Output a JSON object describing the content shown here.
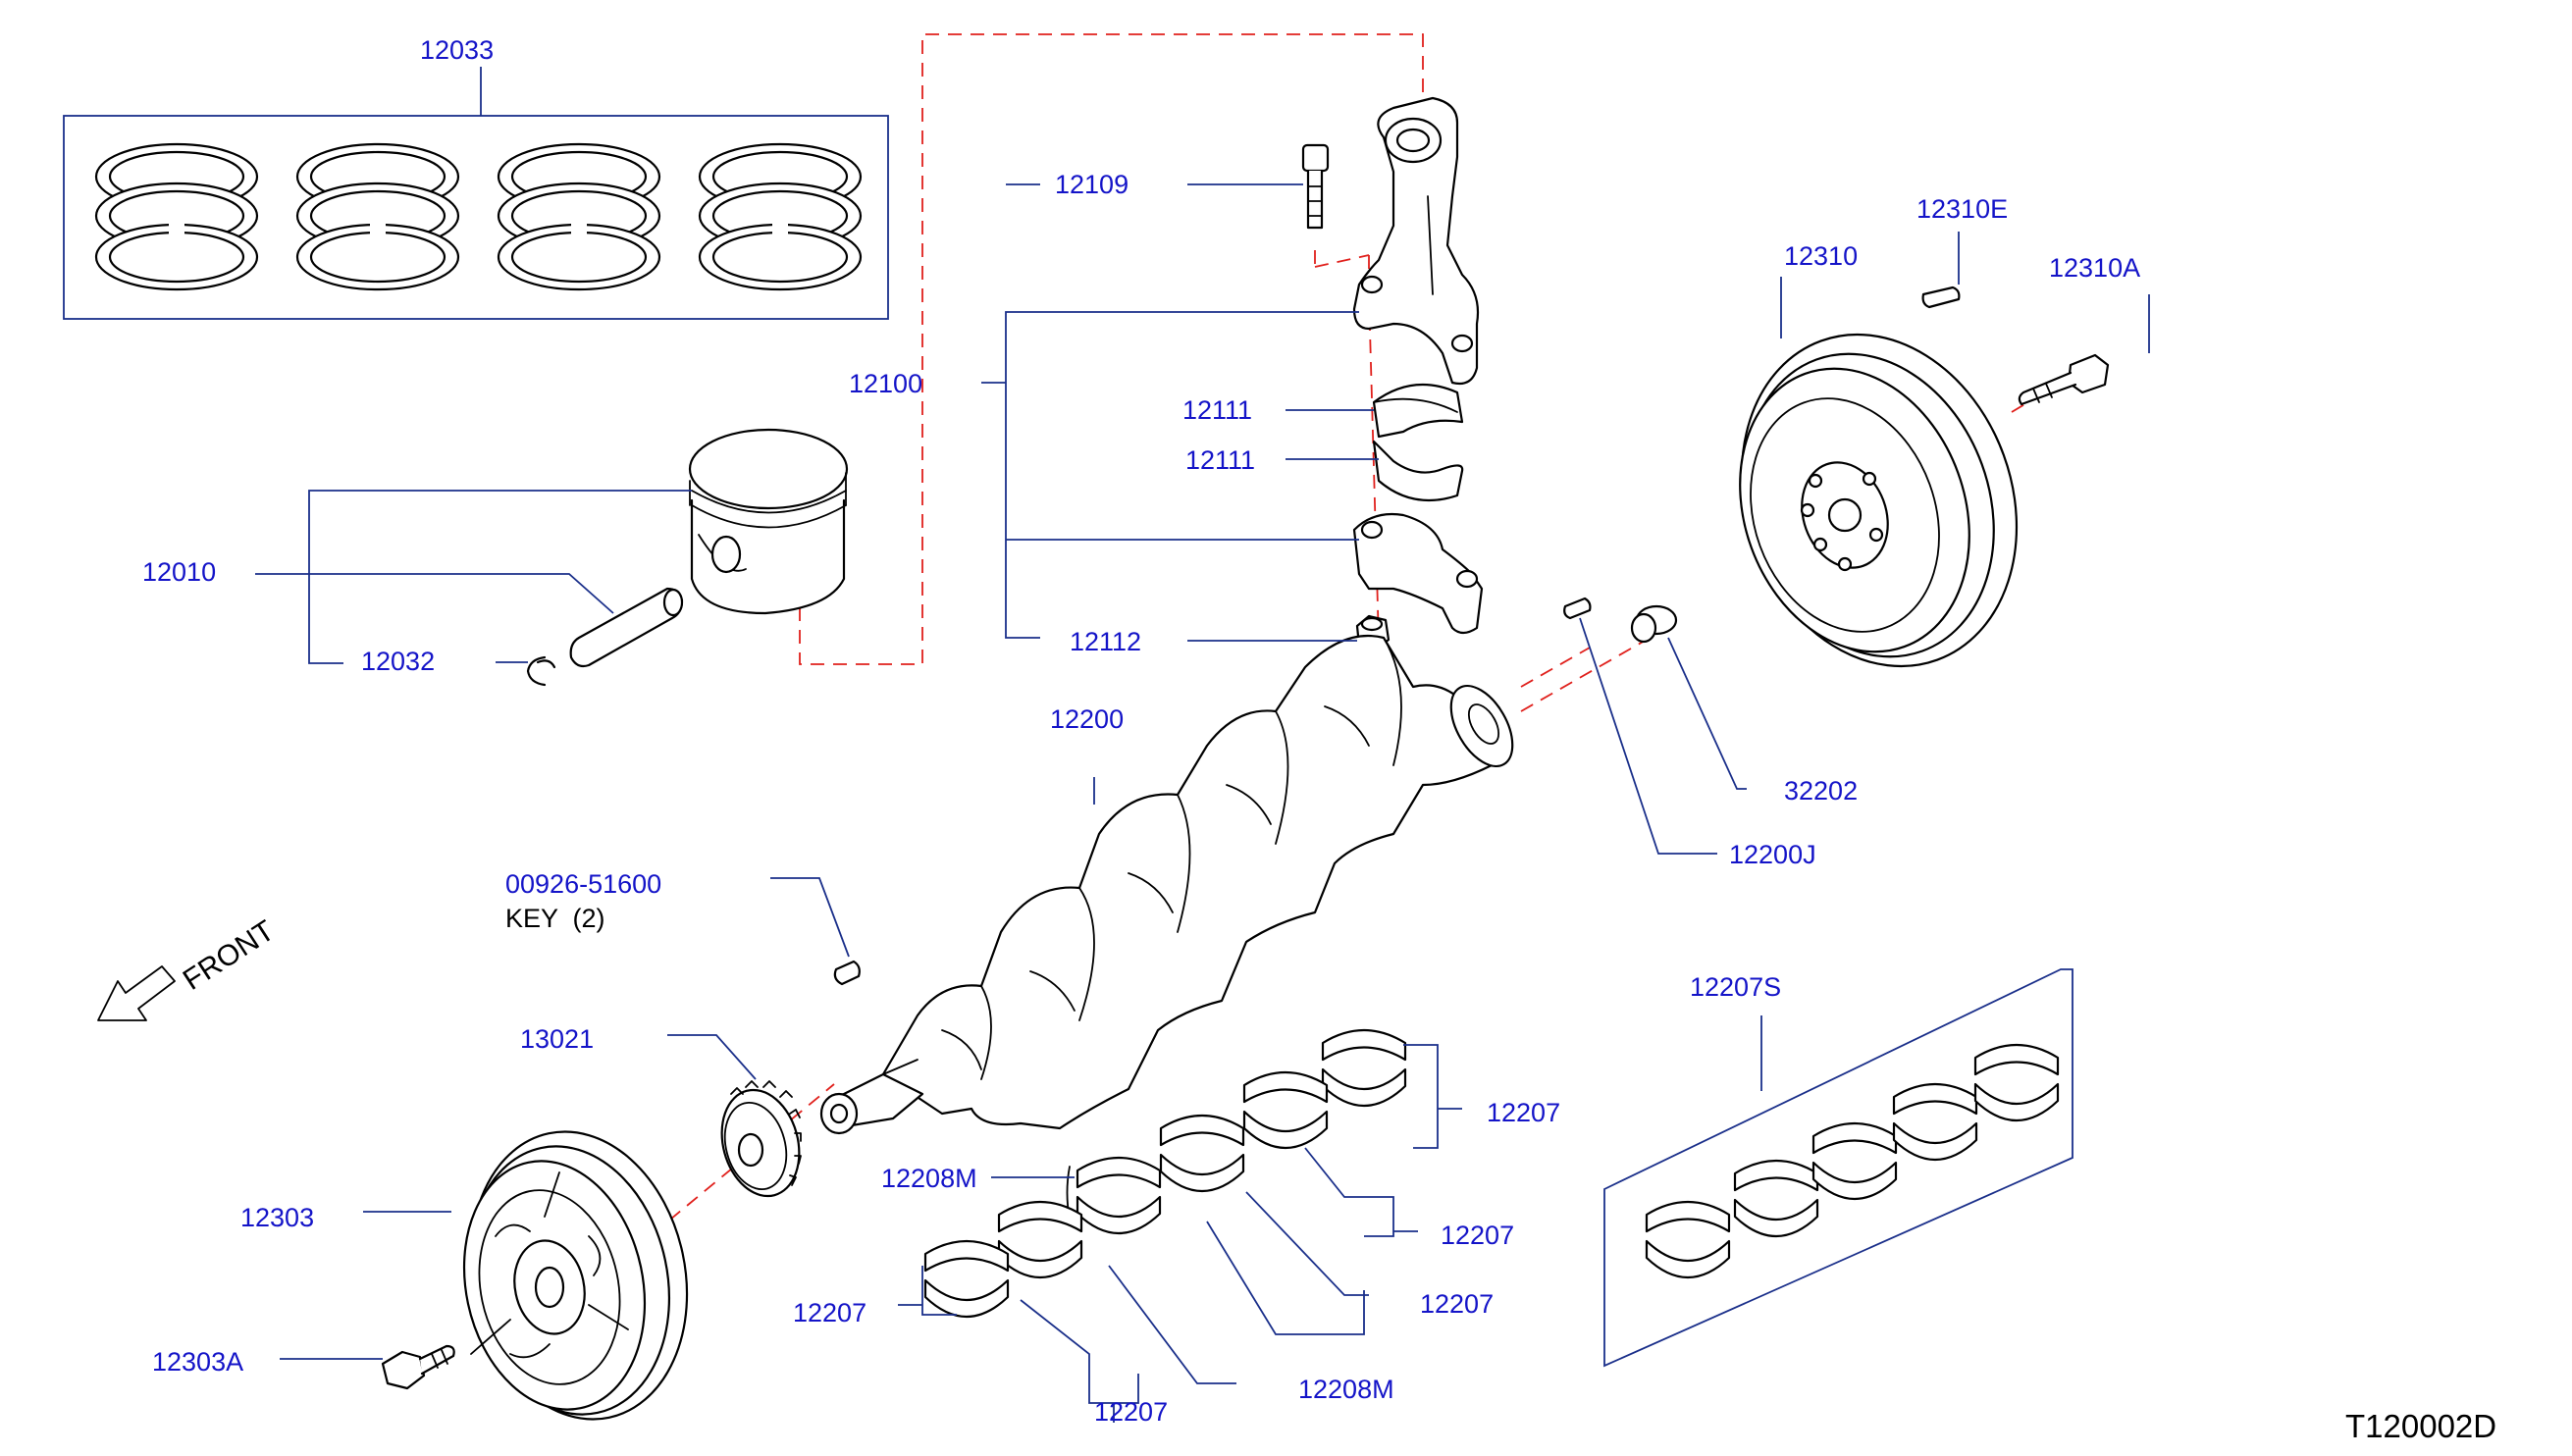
{
  "colors": {
    "label": "#1414c8",
    "leader": "#1a2f8a",
    "dashed_line": "#e0201c",
    "outline": "#000000",
    "plain_text": "#000000"
  },
  "labels": {
    "p12033": "12033",
    "p12109": "12109",
    "p12100": "12100",
    "p12111a": "12111",
    "p12111b": "12111",
    "p12112": "12112",
    "p12010": "12010",
    "p12032": "12032",
    "p12310": "12310",
    "p12310E": "12310E",
    "p12310A": "12310A",
    "p12200": "12200",
    "p32202": "32202",
    "p12200J": "12200J",
    "p00926": "00926-51600",
    "key_note": "KEY  (2)",
    "front": "FRONT",
    "p13021": "13021",
    "p12303": "12303",
    "p12303A": "12303A",
    "p12207S": "12207S",
    "p12207a": "12207",
    "p12208Ma": "12208M",
    "p12207b": "12207",
    "p12207c": "12207",
    "p12207d": "12207",
    "p12207e": "12207",
    "p12208Mb": "12208M",
    "ref_code": "T120002D"
  },
  "icons": {
    "front_direction": "arrow-down-left-icon"
  }
}
